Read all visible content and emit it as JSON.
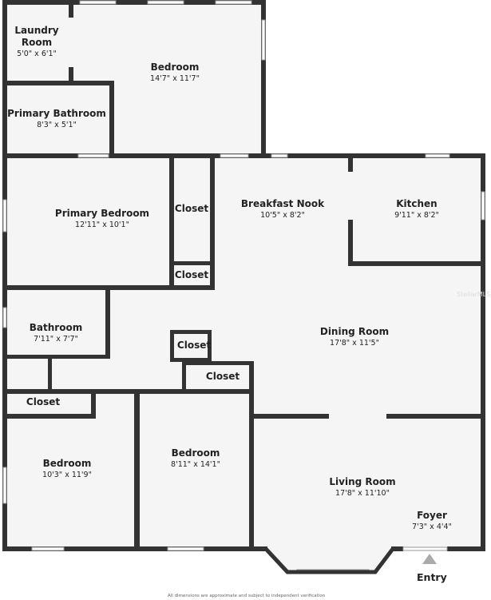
{
  "rooms": [
    {
      "name": "Laundry Room",
      "dims": "5'0\" x 6'1\""
    },
    {
      "name": "Bedroom",
      "dims": "14'7\" x 11'7\""
    },
    {
      "name": "Primary Bathroom",
      "dims": "8'3\" x 5'1\""
    },
    {
      "name": "Primary Bedroom",
      "dims": "12'11\" x 10'1\""
    },
    {
      "name": "Closet",
      "dims": ""
    },
    {
      "name": "Closet",
      "dims": ""
    },
    {
      "name": "Breakfast Nook",
      "dims": "10'5\" x 8'2\""
    },
    {
      "name": "Kitchen",
      "dims": "9'11\" x 8'2\""
    },
    {
      "name": "Bathroom",
      "dims": "7'11\" x 7'7\""
    },
    {
      "name": "Closet",
      "dims": ""
    },
    {
      "name": "Dining Room",
      "dims": "17'8\" x 11'5\""
    },
    {
      "name": "Closet",
      "dims": ""
    },
    {
      "name": "Closet",
      "dims": ""
    },
    {
      "name": "Bedroom",
      "dims": "10'3\" x 11'9\""
    },
    {
      "name": "Bedroom",
      "dims": "8'11\" x 14'1\""
    },
    {
      "name": "Living Room",
      "dims": "17'8\" x 11'10\""
    },
    {
      "name": "Foyer",
      "dims": "7'3\" x 4'4\""
    }
  ],
  "entry_label": "Entry",
  "watermark": "StellarMLS",
  "disclaimer": "All dimensions are approximate and subject to independent verification",
  "colors": {
    "wall": "#333333",
    "floor": "#f5f5f5",
    "entry_arrow": "#aaaaaa"
  }
}
